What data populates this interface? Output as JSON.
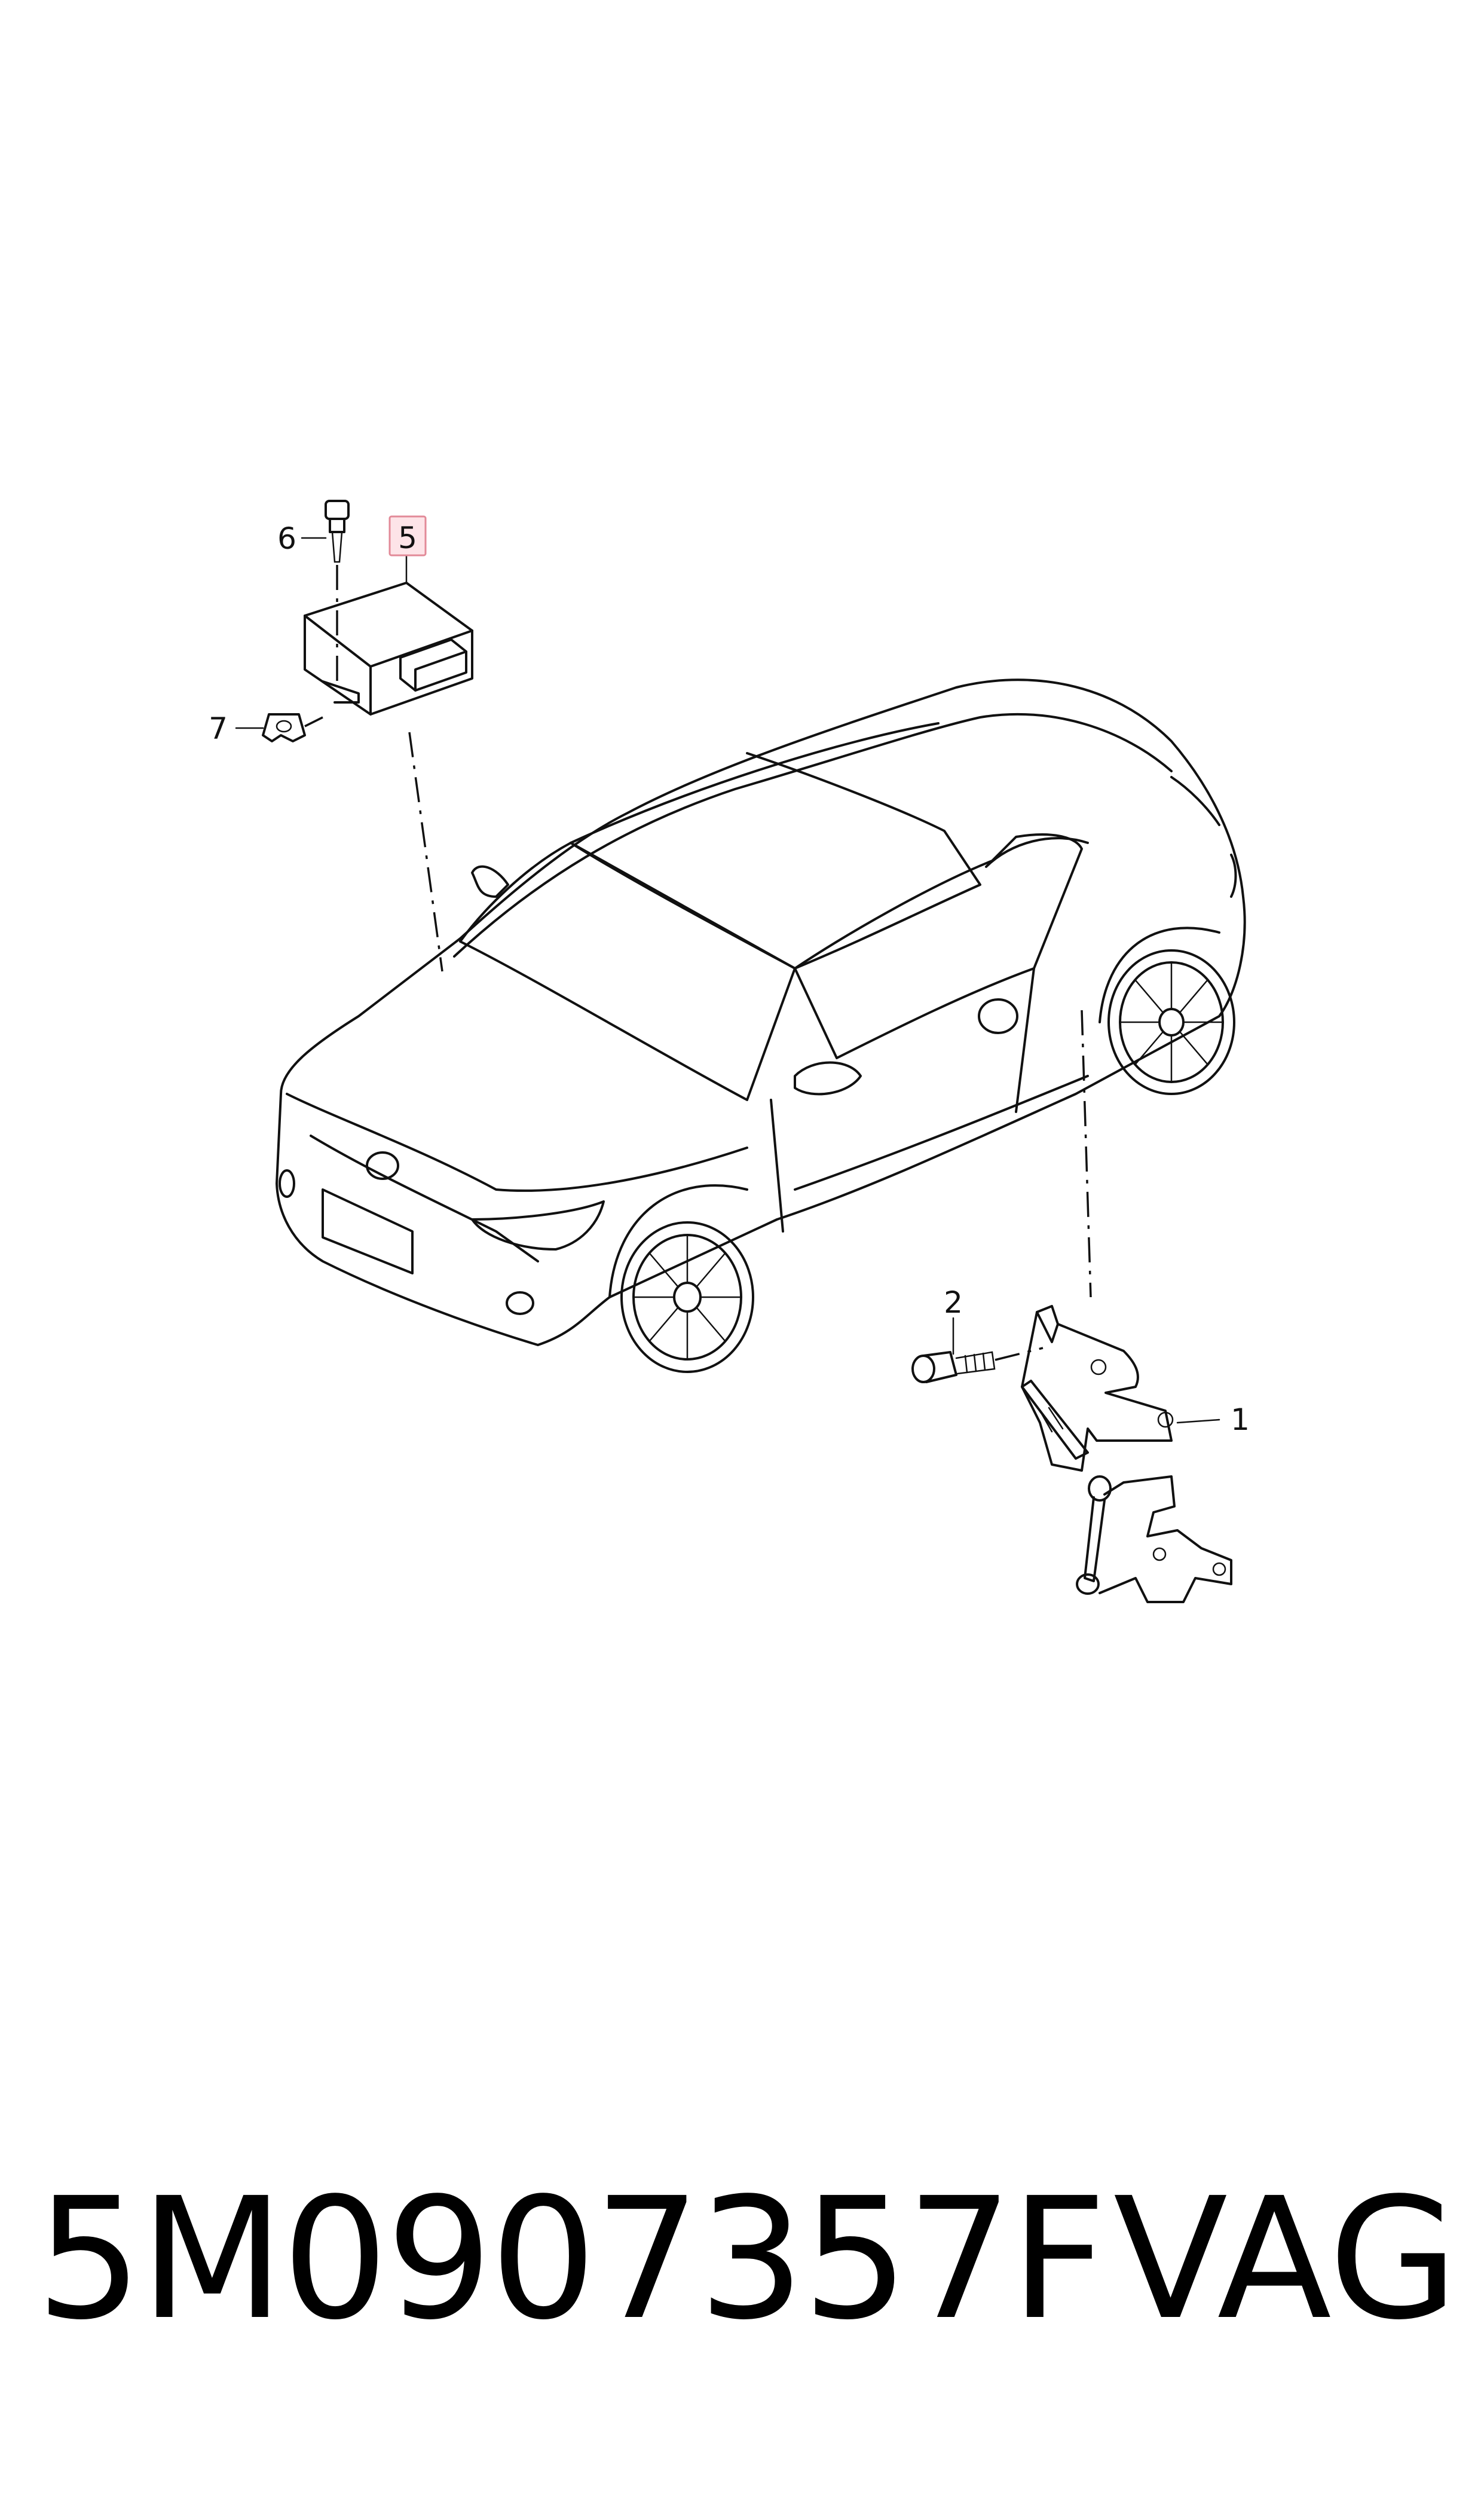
{
  "callouts": {
    "c1": "1",
    "c2": "2",
    "c5": "5",
    "c6": "6",
    "c7": "7"
  },
  "footer": {
    "part_number": "5M0907357F",
    "brand": "VAG"
  },
  "colors": {
    "highlight_box_fill": "#fde4e8",
    "highlight_box_stroke": "#e28a98",
    "line": "#111111"
  },
  "icons": {
    "vehicle": "car-illustration",
    "control_unit": "control-unit-illustration",
    "sensor": "level-sensor-illustration"
  }
}
